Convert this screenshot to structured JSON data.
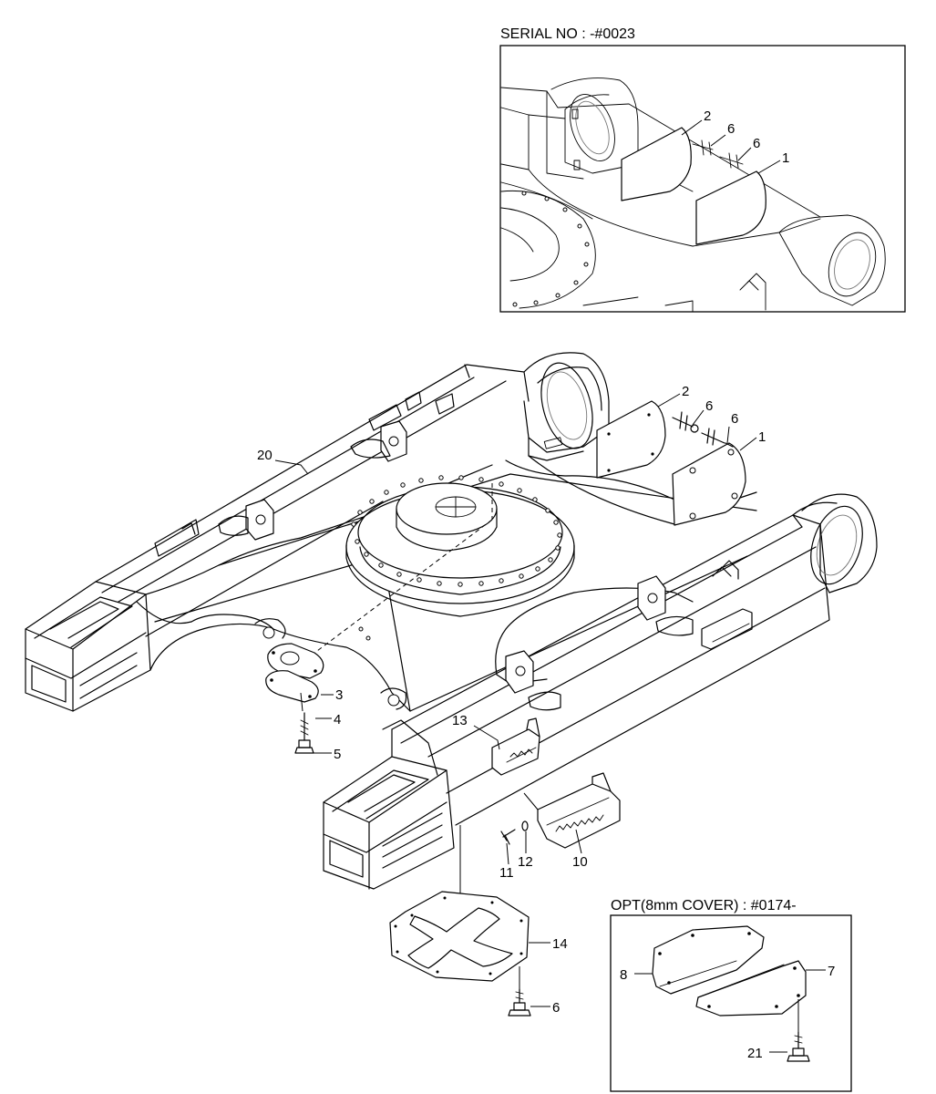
{
  "inset_serial": {
    "heading": "SERIAL NO : -#0023",
    "callouts": {
      "c1": "1",
      "c2": "2",
      "c6a": "6",
      "c6b": "6"
    }
  },
  "main": {
    "callouts": {
      "c1": "1",
      "c2": "2",
      "c3": "3",
      "c4": "4",
      "c5": "5",
      "c6a": "6",
      "c6b": "6",
      "c6c": "6",
      "c10": "10",
      "c11": "11",
      "c12": "12",
      "c13": "13",
      "c14": "14",
      "c20": "20"
    }
  },
  "inset_option": {
    "heading": "OPT(8mm COVER) : #0174-",
    "callouts": {
      "c7": "7",
      "c8": "8",
      "c21": "21"
    }
  }
}
